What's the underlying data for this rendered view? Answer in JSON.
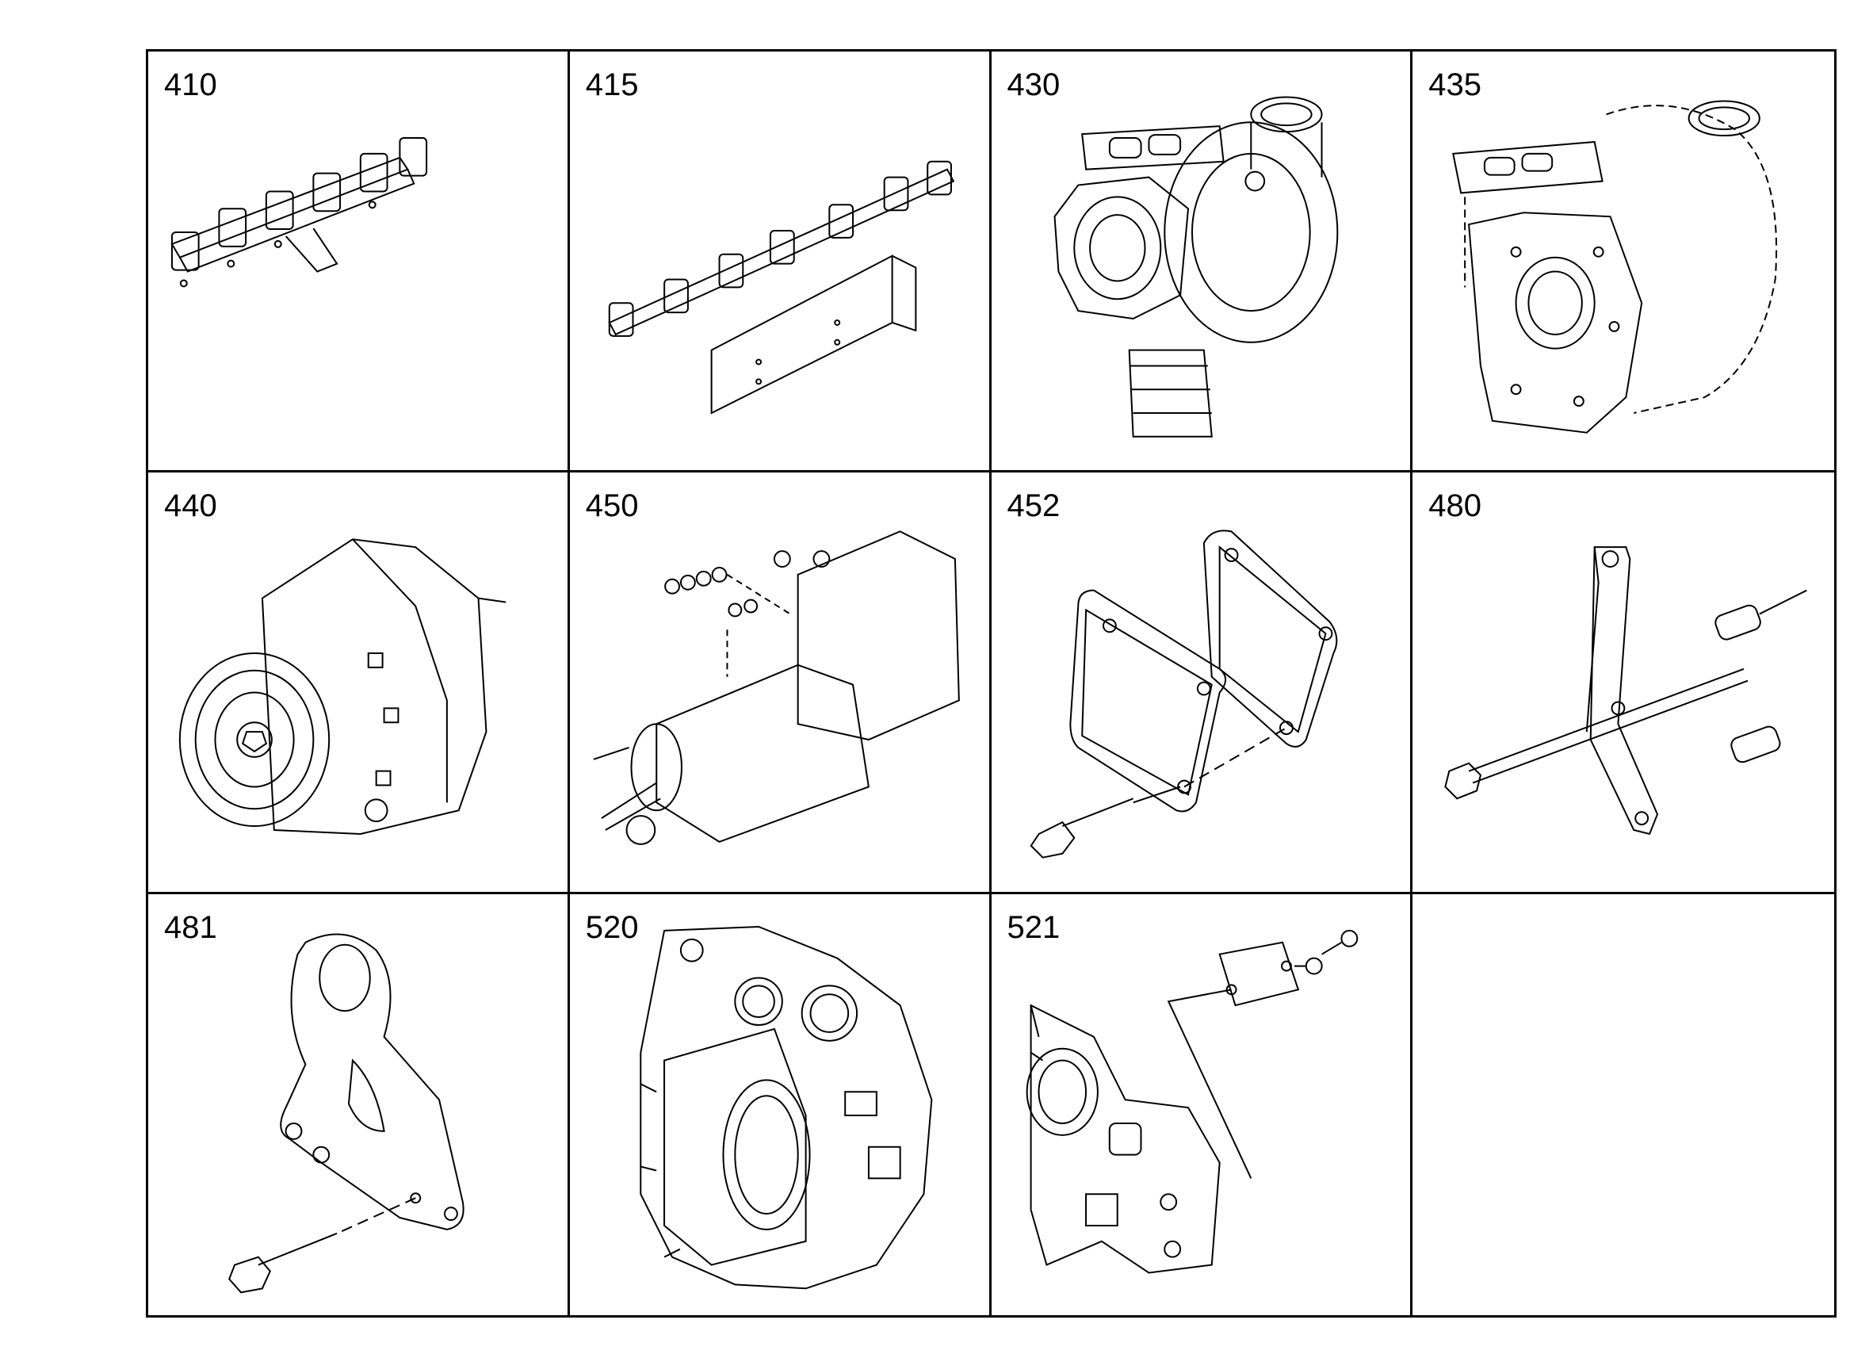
{
  "parts": [
    {
      "number": "410",
      "icon": "exhaust-manifold-icon"
    },
    {
      "number": "415",
      "icon": "exhaust-manifold-with-bracket-icon"
    },
    {
      "number": "430",
      "icon": "turbocharger-icon"
    },
    {
      "number": "435",
      "icon": "turbocharger-outline-icon"
    },
    {
      "number": "440",
      "icon": "alternator-icon"
    },
    {
      "number": "450",
      "icon": "starter-motor-icon"
    },
    {
      "number": "452",
      "icon": "cover-plate-and-gasket-icon"
    },
    {
      "number": "480",
      "icon": "bracket-with-bolt-and-spacers-icon"
    },
    {
      "number": "481",
      "icon": "bracket-plate-with-bolt-icon"
    },
    {
      "number": "520",
      "icon": "flywheel-housing-icon"
    },
    {
      "number": "521",
      "icon": "housing-cover-plate-icon"
    },
    {
      "number": "",
      "icon": ""
    }
  ]
}
